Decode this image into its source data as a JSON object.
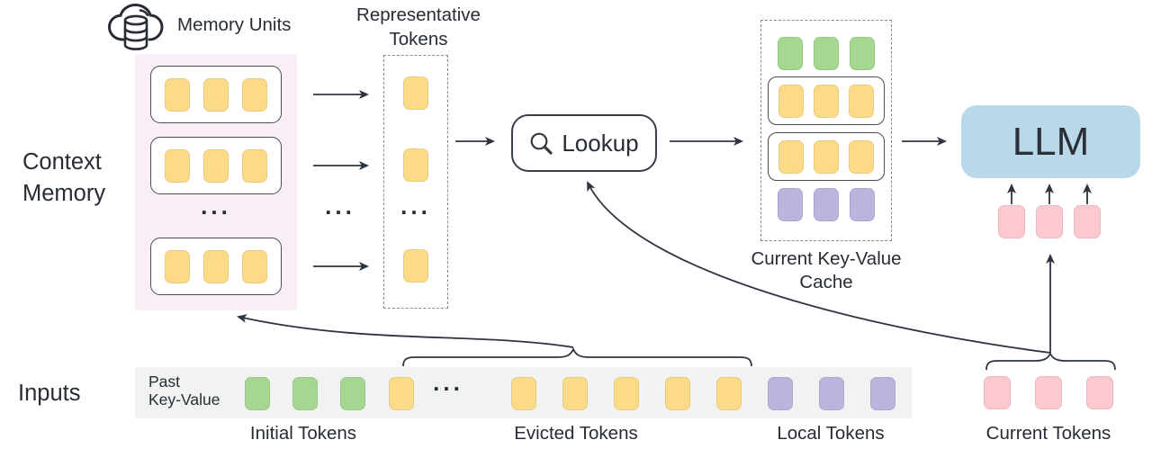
{
  "figure": {
    "memory_units_label": "Memory Units",
    "representative_tokens_label": [
      "Representative",
      "Tokens"
    ],
    "context_memory_label": [
      "Context",
      "Memory"
    ],
    "lookup_label": "Lookup",
    "current_kv_cache_label": [
      "Current Key-Value",
      "Cache"
    ],
    "llm_label": "LLM",
    "inputs_label": "Inputs",
    "past_key_value_label": [
      "Past",
      "Key-Value"
    ],
    "token_group_labels": [
      "Initial Tokens",
      "Evicted Tokens",
      "Local Tokens",
      "Current Tokens"
    ],
    "ellipsis": "..."
  },
  "icons": {
    "memory_units": "cloud-database-icon",
    "lookup": "magnifier-icon"
  },
  "colors": {
    "yellow_token": "#FBDB87",
    "green_token": "#A6D791",
    "purple_token": "#BAB4DE",
    "pink_token": "#FBC9CF",
    "llm_fill": "#B9D9EA",
    "memory_bg": "#F9EEF7",
    "inputs_bar_bg": "#F1F3F2",
    "outline": "#2F3540",
    "text": "#272C35"
  },
  "token_groups": {
    "memory_unit_rows": [
      {
        "count": 3,
        "color": "yellow"
      },
      {
        "count": 3,
        "color": "yellow"
      },
      {
        "count": 3,
        "color": "yellow"
      }
    ],
    "representative": [
      {
        "count": 1,
        "color": "yellow"
      },
      {
        "count": 1,
        "color": "yellow"
      },
      {
        "count": 1,
        "color": "yellow"
      }
    ],
    "cache": [
      {
        "count": 3,
        "color": "green"
      },
      {
        "count": 3,
        "color": "yellow"
      },
      {
        "count": 3,
        "color": "yellow"
      },
      {
        "count": 3,
        "color": "purple"
      }
    ],
    "llm_input": {
      "count": 3,
      "color": "pink"
    },
    "inputs_bar": {
      "initial": {
        "count": 3,
        "color": "green"
      },
      "evicted_before_ellipsis": {
        "count": 1,
        "color": "yellow"
      },
      "evicted_after_ellipsis": {
        "count": 5,
        "color": "yellow"
      },
      "local": {
        "count": 3,
        "color": "purple"
      },
      "current": {
        "count": 3,
        "color": "pink"
      }
    }
  }
}
